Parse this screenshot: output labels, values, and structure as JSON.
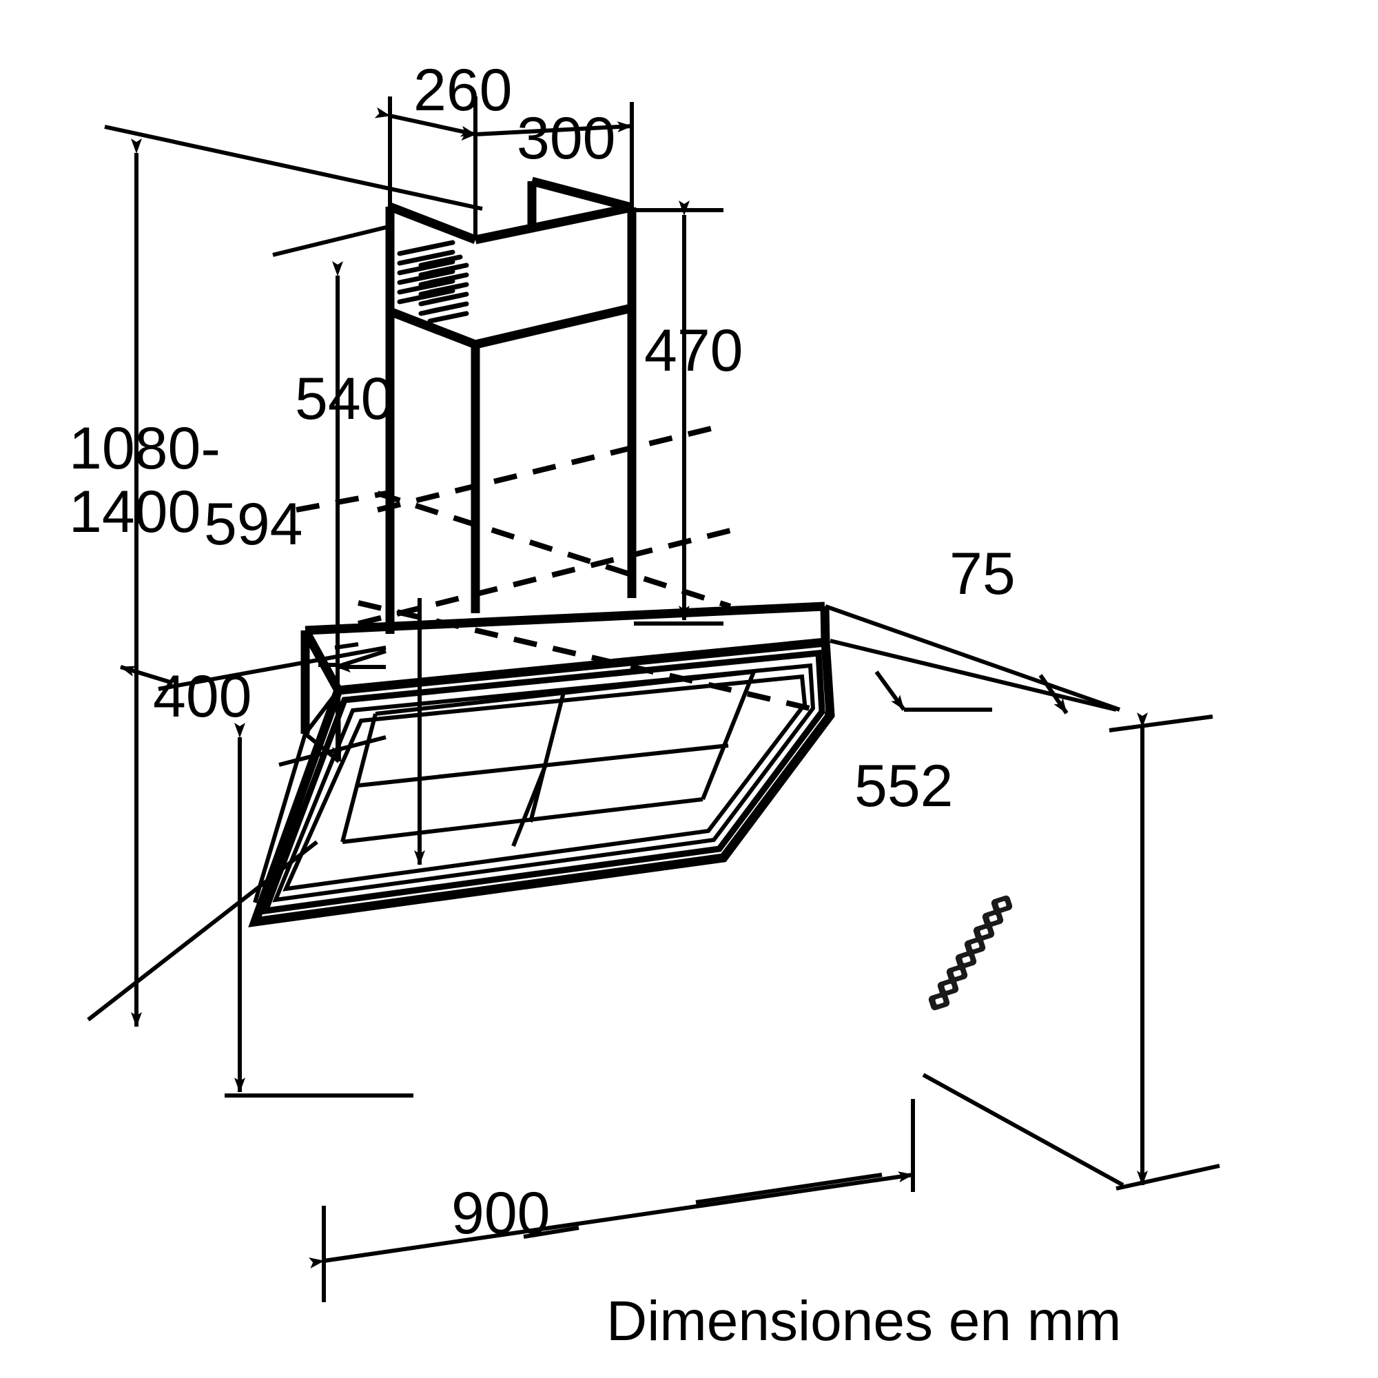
{
  "document": {
    "kind": "technical-dimension-drawing",
    "subject": "inclined wall-mounted cooker hood, 90 cm",
    "caption": "Dimensiones en mm",
    "units": "mm",
    "line_color": "#000000",
    "background_color": "#ffffff"
  },
  "dimensions": {
    "mounting_height_range": "1080-\n1400",
    "mounting_height_line1": "1080-",
    "mounting_height_line2": "1400",
    "chimney_upper_width": "260",
    "chimney_lower_width": "300",
    "chimney_visible_height": "470",
    "chimney_total_height": "540",
    "body_height": "400",
    "body_depth": "594",
    "canopy_thickness": "75",
    "front_height": "552",
    "body_width": "900"
  },
  "labels": [
    {
      "id": "mounting-height",
      "text": "1080-",
      "value": 1080
    },
    {
      "id": "mounting-height-max",
      "text": "1400",
      "value": 1400
    },
    {
      "id": "chimney-upper-width",
      "text": "260",
      "value": 260
    },
    {
      "id": "chimney-lower-width",
      "text": "300",
      "value": 300
    },
    {
      "id": "chimney-height-470",
      "text": "470",
      "value": 470
    },
    {
      "id": "chimney-height-540",
      "text": "540",
      "value": 540
    },
    {
      "id": "depth-594",
      "text": "594",
      "value": 594
    },
    {
      "id": "body-height-400",
      "text": "400",
      "value": 400
    },
    {
      "id": "canopy-thickness-75",
      "text": "75",
      "value": 75
    },
    {
      "id": "front-height-552",
      "text": "552",
      "value": 552
    },
    {
      "id": "body-width-900",
      "text": "900",
      "value": 900
    }
  ],
  "appliance": {
    "vent_grille": {
      "columns": 3,
      "rows": 8
    },
    "control_panel": {
      "button_count": 8,
      "position": "right-front-edge"
    },
    "glass_panel_segments": 4
  }
}
